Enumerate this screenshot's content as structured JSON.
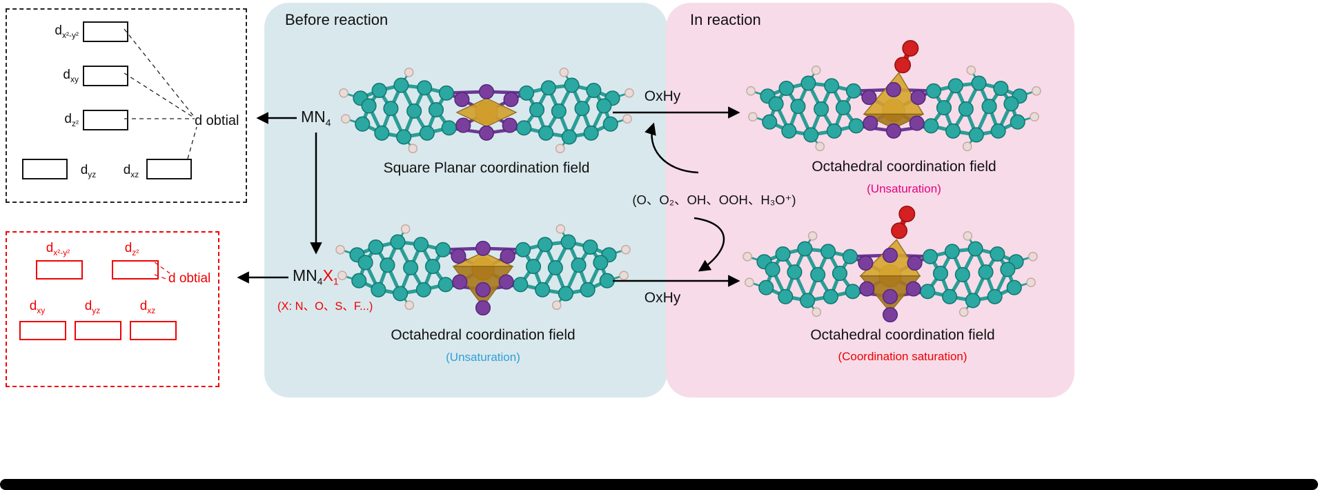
{
  "colors": {
    "panel_before_bg": "#d9e8ed",
    "panel_reaction_bg": "#f7dbe8",
    "red_accent": "#ef0000",
    "blue_note": "#2e9fd8",
    "magenta_note": "#e6007e",
    "carbon_teal": "#2aa8a1",
    "nitrogen_purple": "#7a3f9d",
    "metal_orange": "#d28a3d",
    "polyhedron_gold": "#d1a02c",
    "oxygen_red": "#d42020"
  },
  "left_top": {
    "orbital_label": "d obtial",
    "levels": [
      {
        "base": "d",
        "sub": "x²-y²"
      },
      {
        "base": "d",
        "sub": "xy"
      },
      {
        "base": "d",
        "sub": "z²"
      },
      {
        "base": "d",
        "sub": "yz"
      },
      {
        "base": "d",
        "sub": "xz"
      }
    ]
  },
  "left_bottom": {
    "orbital_label": "d obtial",
    "levels_upper": [
      {
        "base": "d",
        "sub": "x²-y²"
      },
      {
        "base": "d",
        "sub": "z²"
      }
    ],
    "levels_lower": [
      {
        "base": "d",
        "sub": "xy"
      },
      {
        "base": "d",
        "sub": "yz"
      },
      {
        "base": "d",
        "sub": "xz"
      }
    ]
  },
  "before_panel": {
    "title": "Before reaction",
    "mn4": {
      "base": "MN",
      "sub": "4"
    },
    "mn4x": {
      "base": "MN",
      "sub": "4",
      "x_base": "X",
      "x_sub": "1"
    },
    "x_note": "(X: N、O、S、F...)",
    "square_planar": {
      "label": "Square Planar coordination field"
    },
    "octahedral": {
      "label": "Octahedral coordination field",
      "note": "(Unsaturation)"
    }
  },
  "reaction_panel": {
    "title": "In reaction",
    "top": {
      "label": "Octahedral coordination field",
      "note": "(Unsaturation)"
    },
    "bottom": {
      "label": "Octahedral coordination field",
      "note": "(Coordination saturation)"
    }
  },
  "arrows": {
    "top_label": "OxHy",
    "bottom_label": "OxHy",
    "species": "(O、O₂、OH、OOH、H₃O⁺)"
  }
}
